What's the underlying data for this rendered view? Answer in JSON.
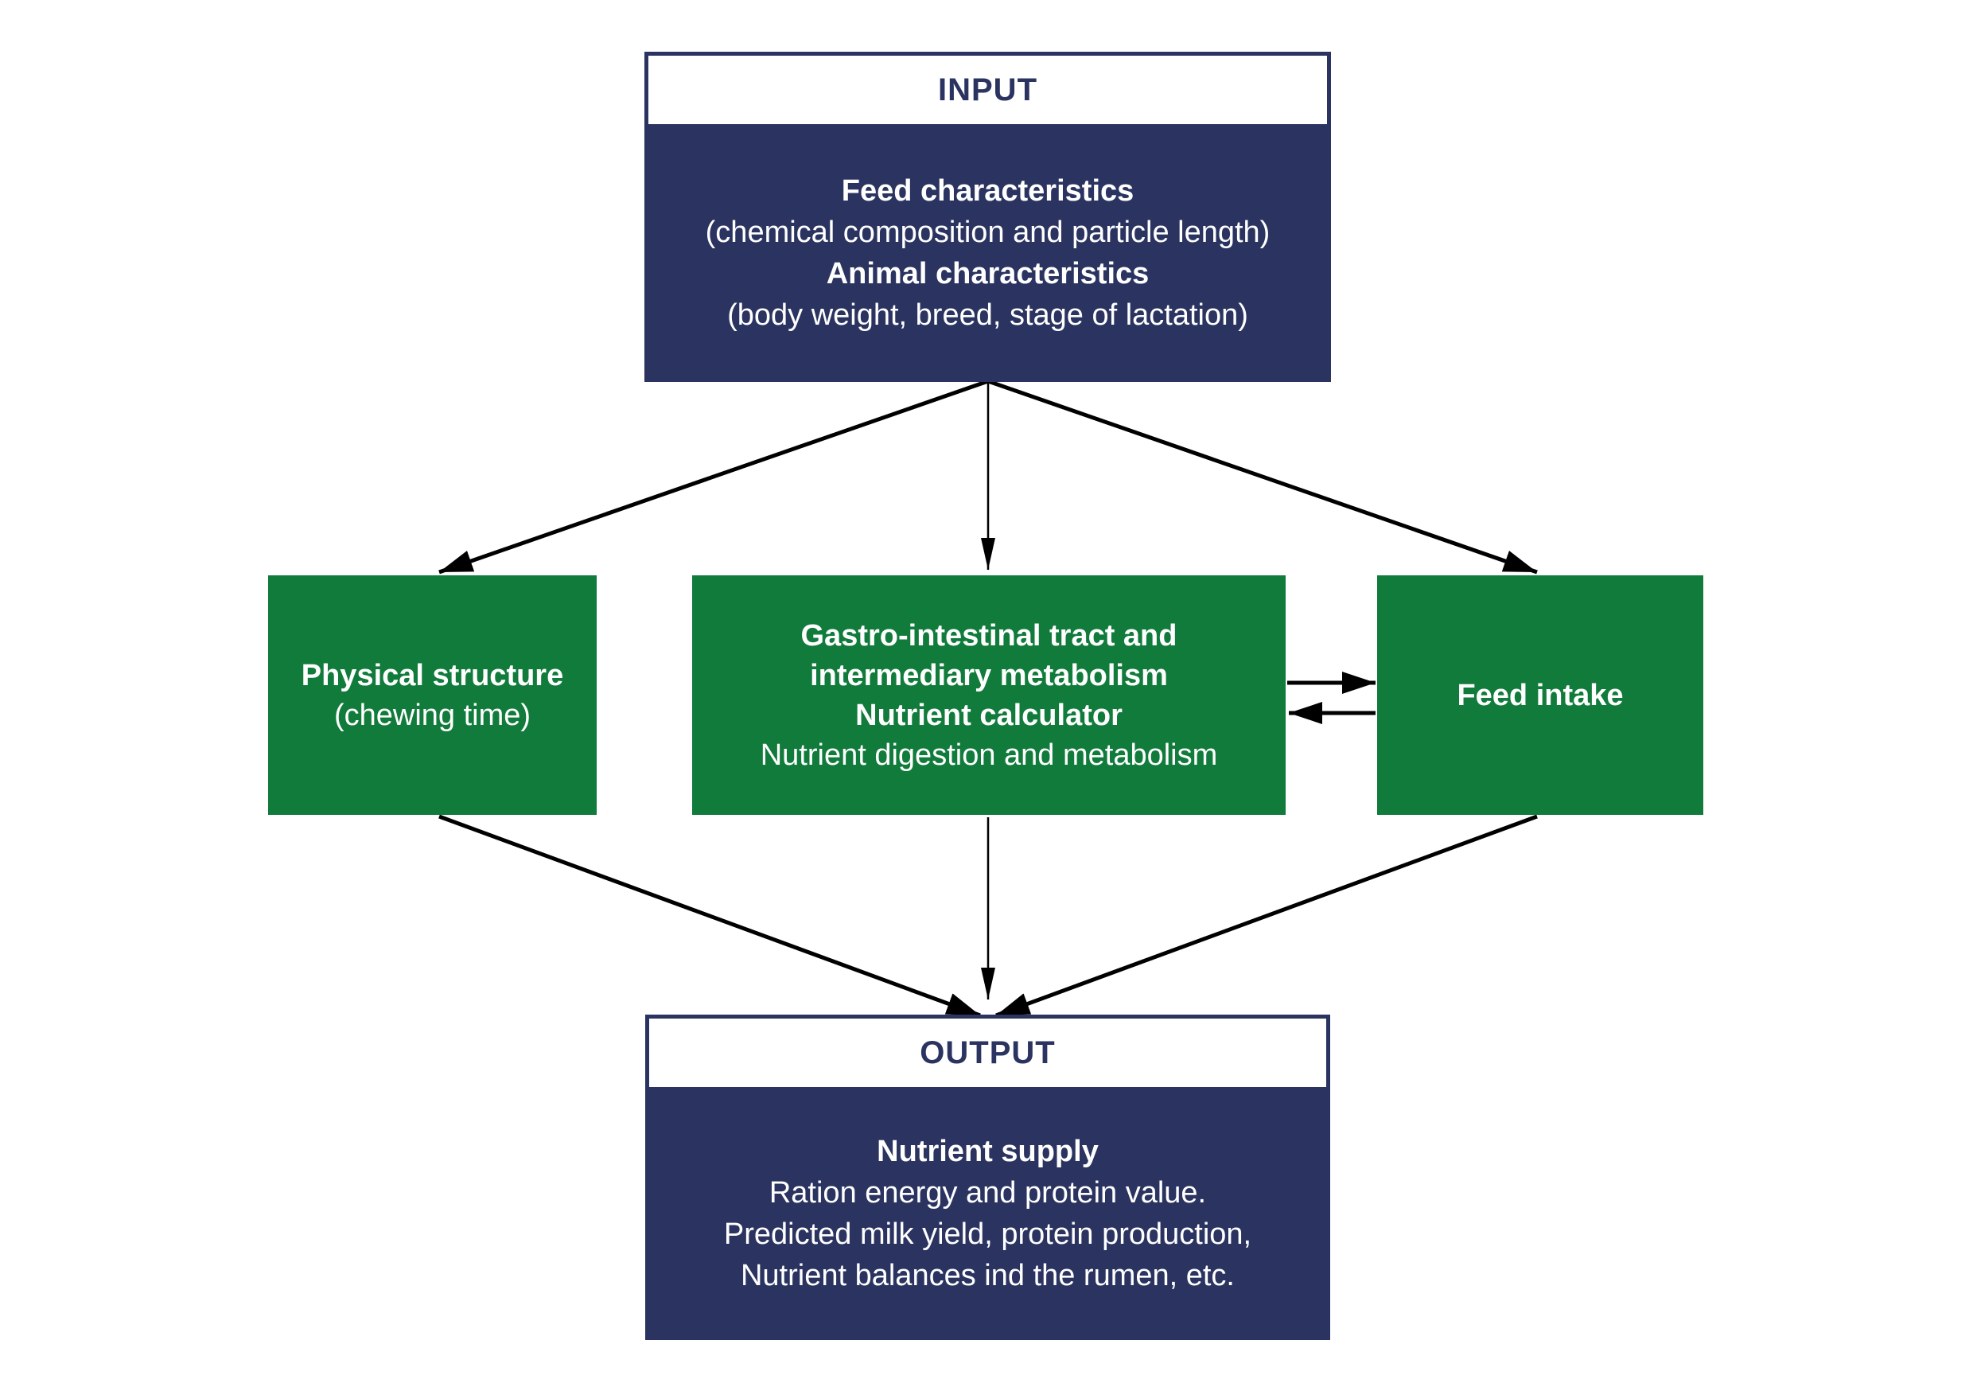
{
  "colors": {
    "navy": "#2B3460",
    "green": "#117B3B",
    "arrow": "#000000",
    "background": "#FFFFFF",
    "box_text": "#FFFFFF"
  },
  "nodes": {
    "input": {
      "header": "INPUT",
      "lines": [
        "Feed characteristics",
        "(chemical composition and particle length)",
        "Animal characteristics",
        "(body weight, breed, stage of lactation)"
      ]
    },
    "physical_structure": {
      "lines": [
        "Physical structure",
        "(chewing time)"
      ]
    },
    "gastro_intestinal": {
      "lines": [
        "Gastro-intestinal tract and",
        "intermediary metabolism",
        "Nutrient calculator",
        "Nutrient digestion and metabolism"
      ]
    },
    "feed_intake": {
      "lines": [
        "Feed intake"
      ]
    },
    "output": {
      "header": "OUTPUT",
      "lines": [
        "Nutrient supply",
        "Ration energy and protein value.",
        "Predicted milk yield, protein production,",
        "Nutrient balances ind the rumen, etc."
      ]
    }
  }
}
